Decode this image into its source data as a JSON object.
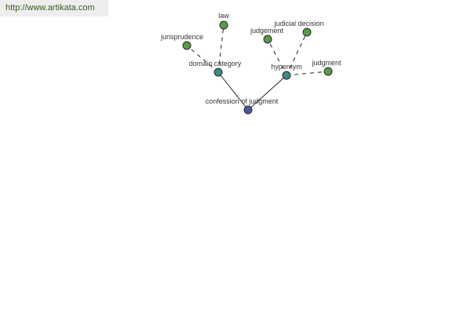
{
  "watermark": {
    "url": "http://www.artikata.com"
  },
  "colors": {
    "root": "#4a5a9a",
    "intermediate": "#3f8a82",
    "leaf": "#5a9a4a"
  },
  "graph": {
    "nodes": [
      {
        "id": "confession-of-judgment",
        "label": "confession of judgment",
        "kind": "root"
      },
      {
        "id": "domain-category",
        "label": "domain category",
        "kind": "intermediate"
      },
      {
        "id": "hypernym",
        "label": "hypernym",
        "kind": "intermediate"
      },
      {
        "id": "law",
        "label": "law",
        "kind": "leaf"
      },
      {
        "id": "jurisprudence",
        "label": "jurisprudence",
        "kind": "leaf"
      },
      {
        "id": "judgement",
        "label": "judgement",
        "kind": "leaf"
      },
      {
        "id": "judicial-decision",
        "label": "judicial decision",
        "kind": "leaf"
      },
      {
        "id": "judgment",
        "label": "judgment",
        "kind": "leaf"
      }
    ],
    "edges": [
      {
        "from": "confession-of-judgment",
        "to": "domain-category",
        "style": "solid"
      },
      {
        "from": "confession-of-judgment",
        "to": "hypernym",
        "style": "solid"
      },
      {
        "from": "domain-category",
        "to": "law",
        "style": "dashed"
      },
      {
        "from": "domain-category",
        "to": "jurisprudence",
        "style": "dashed"
      },
      {
        "from": "hypernym",
        "to": "judgement",
        "style": "dashed"
      },
      {
        "from": "hypernym",
        "to": "judicial-decision",
        "style": "dashed"
      },
      {
        "from": "hypernym",
        "to": "judgment",
        "style": "dashed"
      }
    ]
  }
}
